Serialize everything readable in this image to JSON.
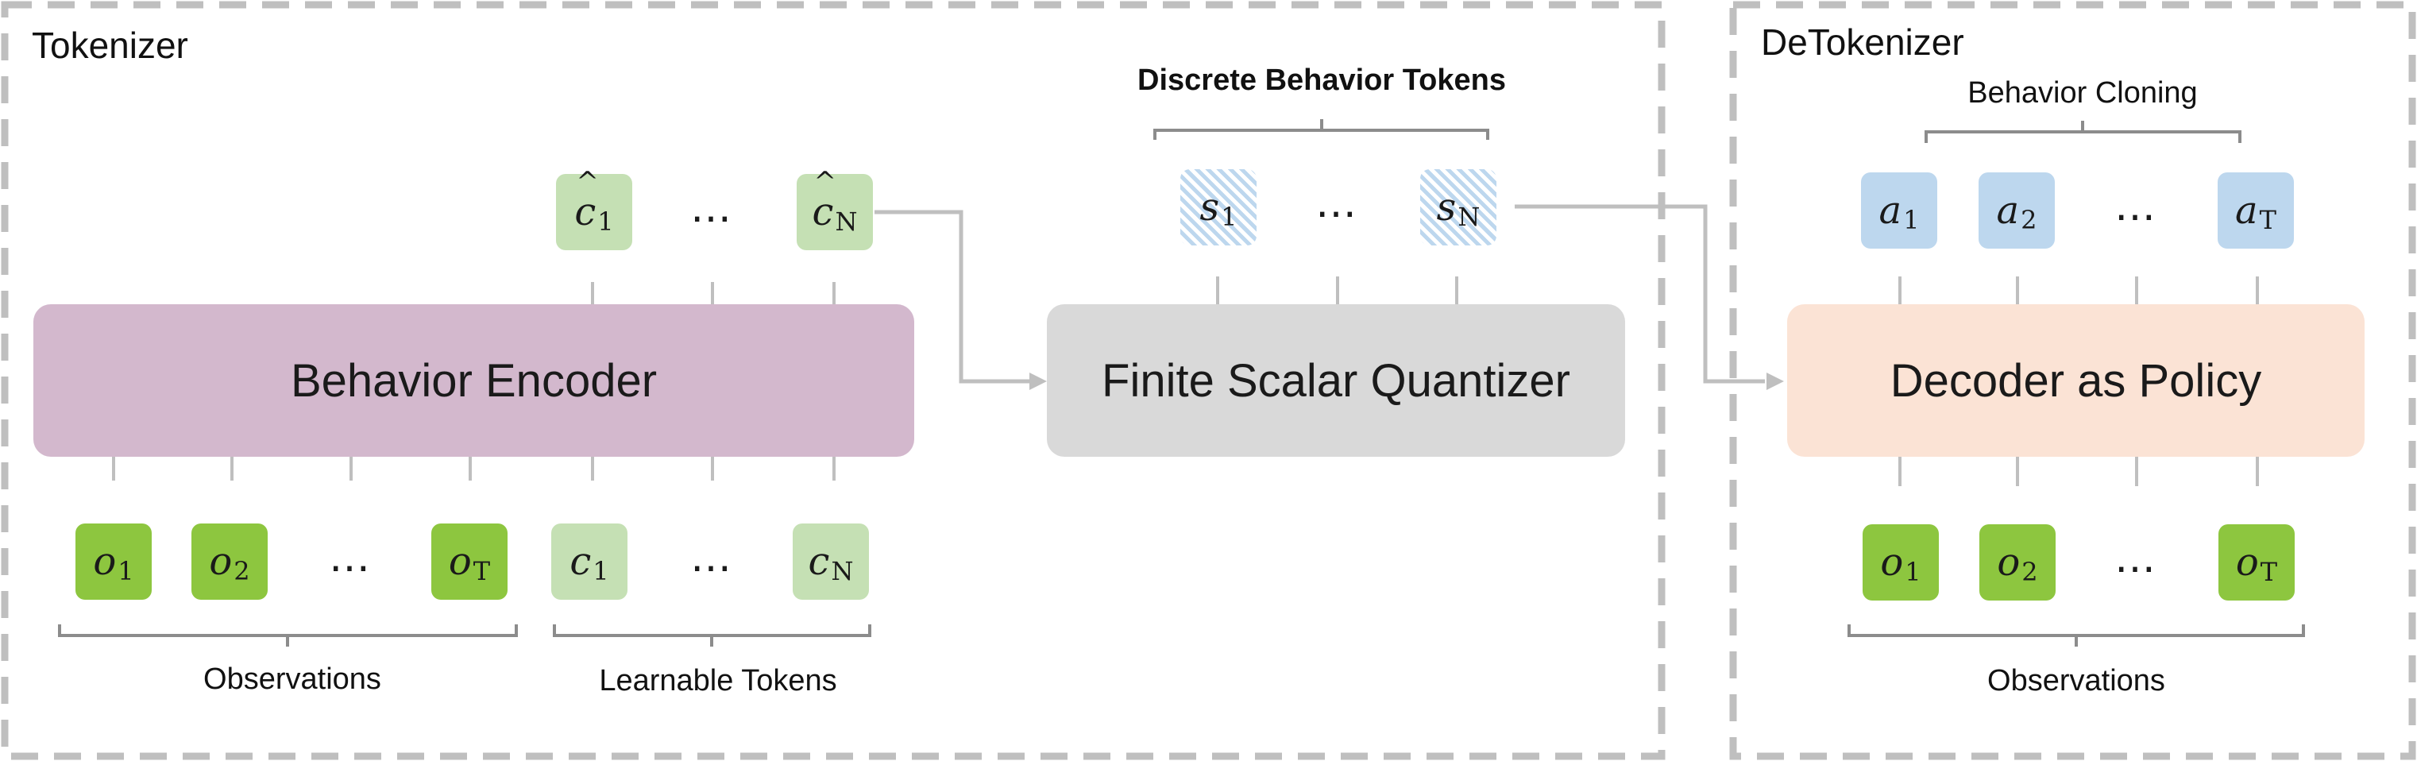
{
  "sections": {
    "tokenizer": "Tokenizer",
    "detokenizer": "DeTokenizer"
  },
  "blocks": {
    "encoder": "Behavior Encoder",
    "quantizer": "Finite Scalar Quantizer",
    "decoder": "Decoder as Policy"
  },
  "group_labels": {
    "discrete_tokens": "Discrete Behavior Tokens",
    "behavior_cloning": "Behavior Cloning",
    "observations_left": "Observations",
    "learnable_tokens": "Learnable Tokens",
    "observations_right": "Observations"
  },
  "tokens": {
    "obs_left": [
      {
        "base": "o",
        "sub": "1"
      },
      {
        "base": "o",
        "sub": "2"
      },
      {
        "base": "o",
        "sub": "T"
      }
    ],
    "learnable": [
      {
        "base": "c",
        "sub": "1"
      },
      {
        "base": "c",
        "sub": "N"
      }
    ],
    "encoded": [
      {
        "base": "c",
        "sub": "1"
      },
      {
        "base": "c",
        "sub": "N"
      }
    ],
    "discrete": [
      {
        "base": "s",
        "sub": "1"
      },
      {
        "base": "s",
        "sub": "N"
      }
    ],
    "actions": [
      {
        "base": "a",
        "sub": "1"
      },
      {
        "base": "a",
        "sub": "2"
      },
      {
        "base": "a",
        "sub": "T"
      }
    ],
    "obs_right": [
      {
        "base": "o",
        "sub": "1"
      },
      {
        "base": "o",
        "sub": "2"
      },
      {
        "base": "o",
        "sub": "T"
      }
    ],
    "ellipsis": "…"
  },
  "colors": {
    "encoder": "#d3b8cd",
    "quantizer": "#d9d9d9",
    "decoder": "#fbe3d5",
    "observation_token": "#8dc63f",
    "learnable_token": "#c5e0b4",
    "action_token": "#bdd7ee",
    "connector": "#bfbfbf",
    "border_dash": "#bfbfbf"
  }
}
